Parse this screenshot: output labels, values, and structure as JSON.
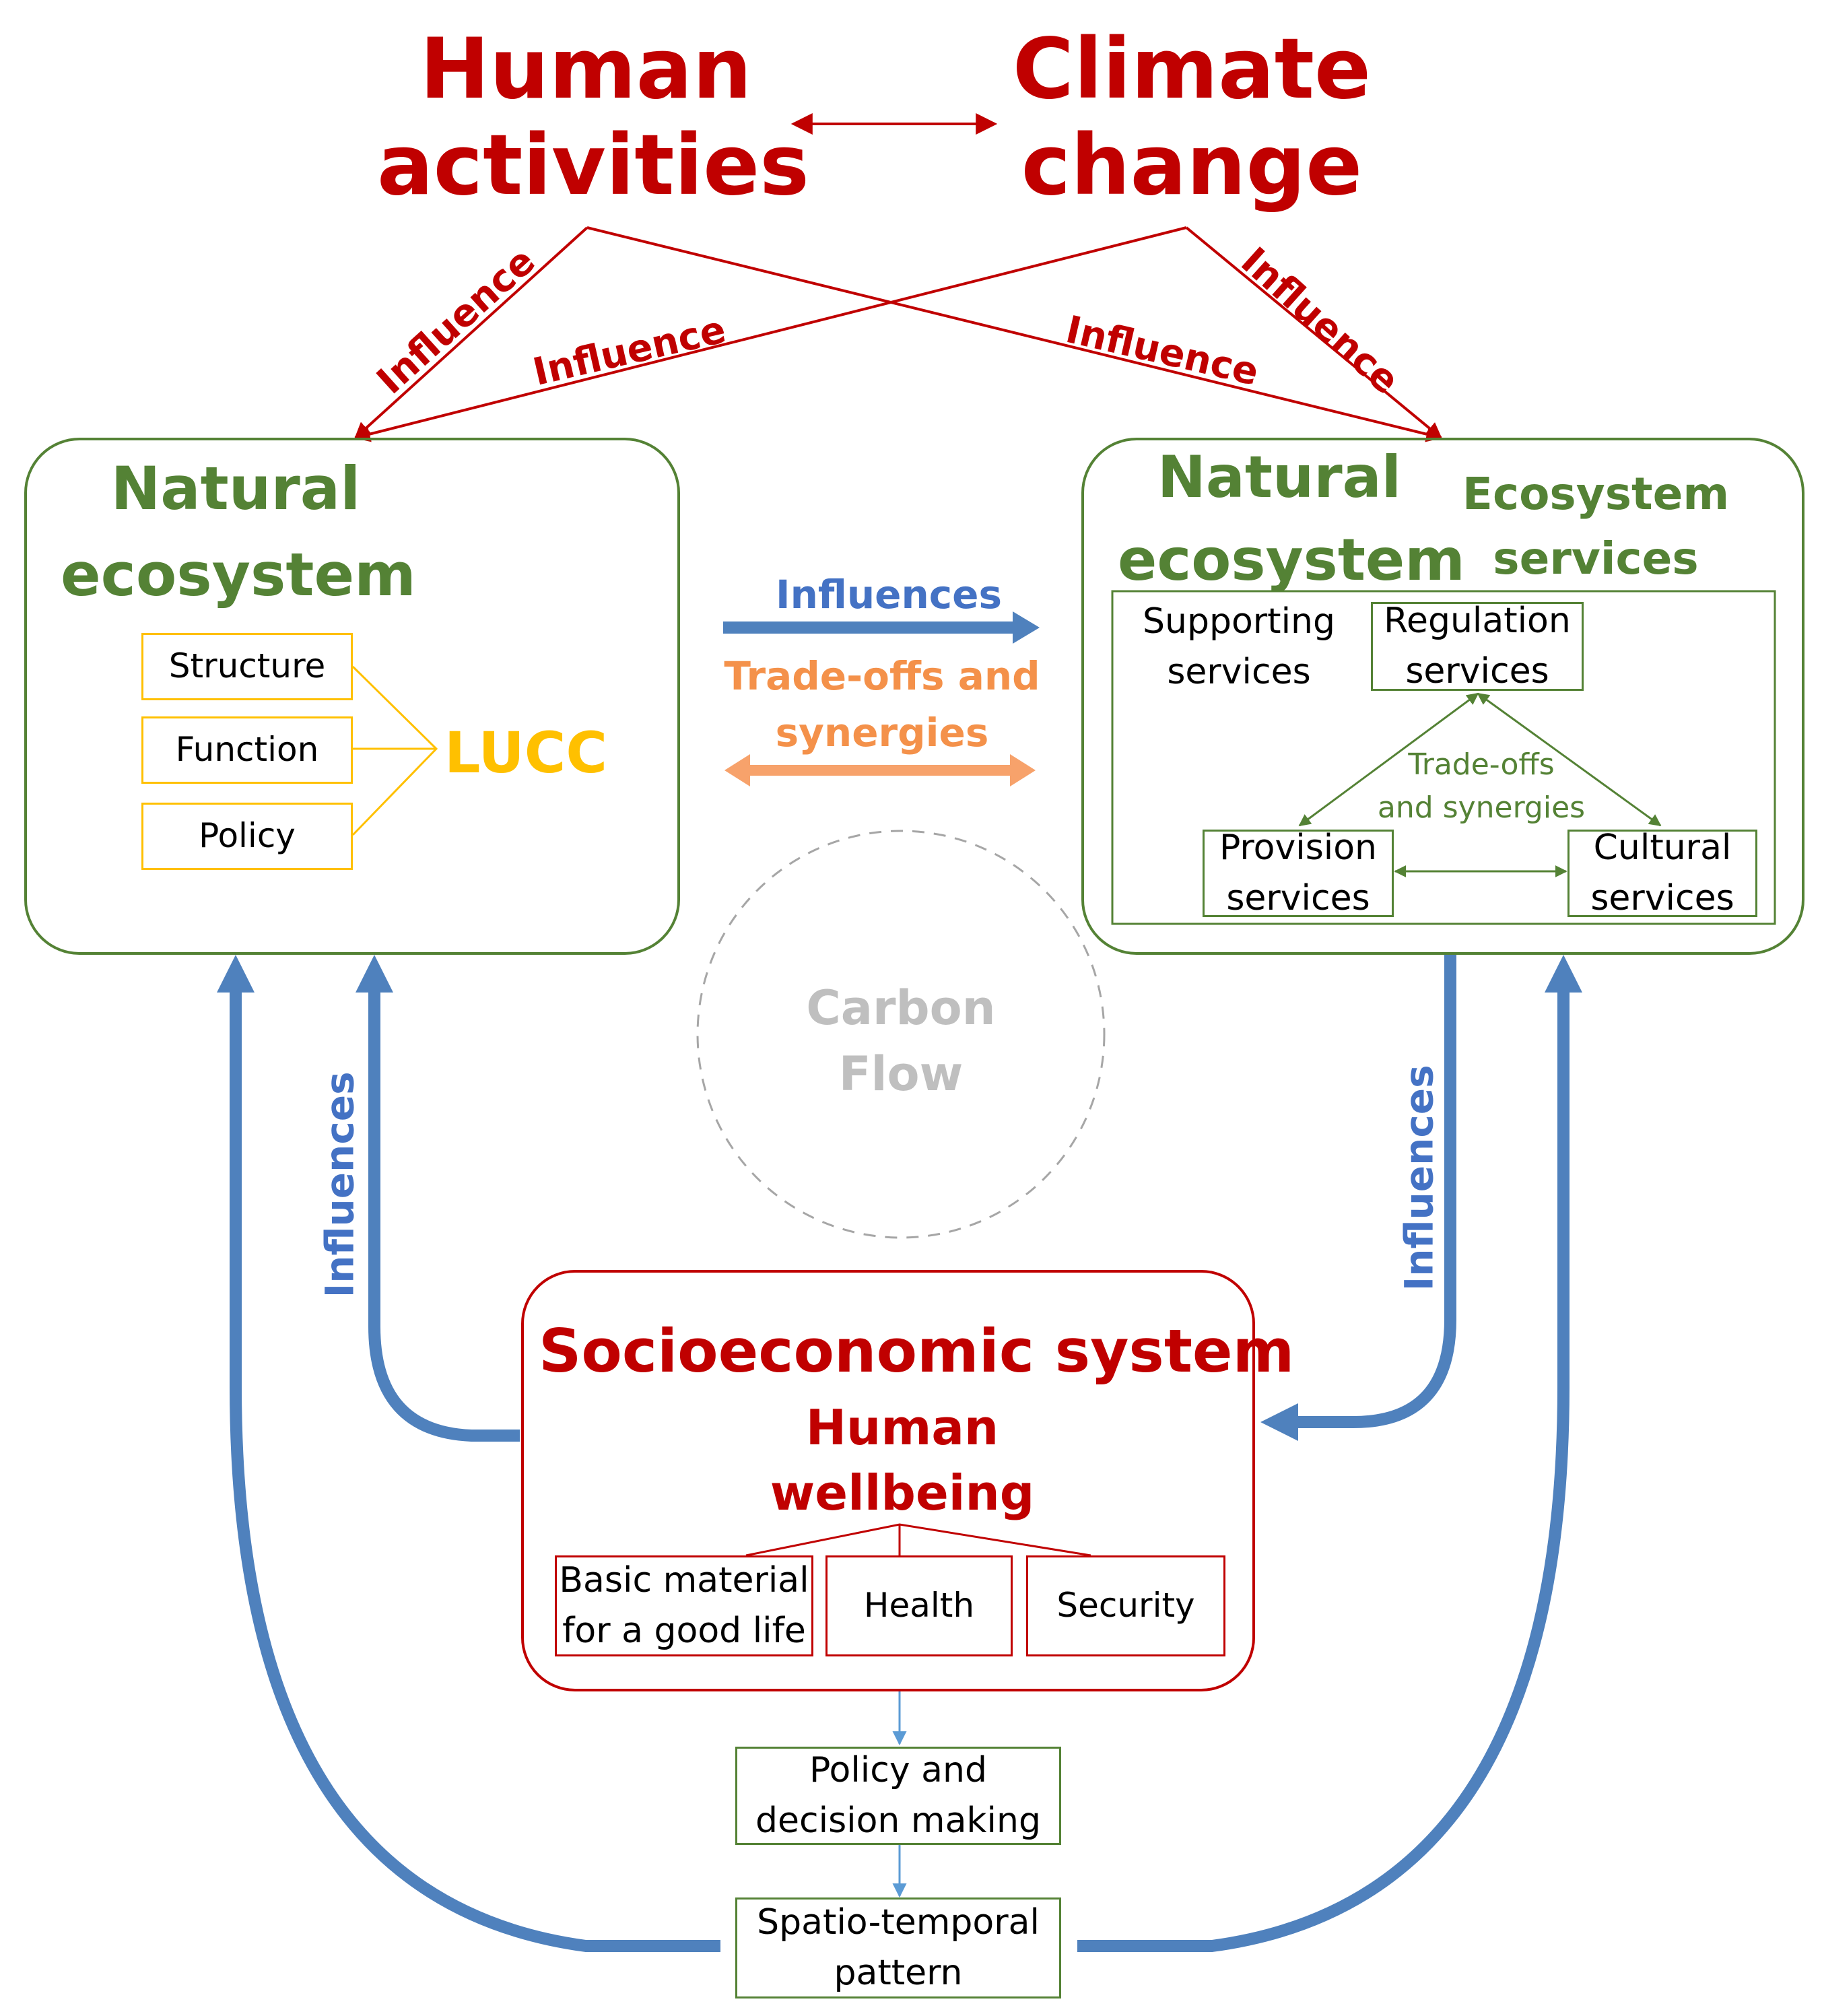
{
  "colors": {
    "red": "#c00000",
    "green": "#548235",
    "blue": "#4472c4",
    "orange": "#f4914a",
    "yellow": "#ffc000",
    "gray": "#bfbfbf",
    "arrow_blue": "#4f81bd",
    "arrow_orange": "#f7a26b"
  },
  "drivers": {
    "human_line1": "Human",
    "human_line2": "activities",
    "climate_line1": "Climate",
    "climate_line2": "change",
    "influence_label": "Influence"
  },
  "left_ecosystem": {
    "title_line1": "Natural",
    "title_line2": "ecosystem",
    "items": [
      "Structure",
      "Function",
      "Policy"
    ],
    "lucc": "LUCC"
  },
  "middle": {
    "influences": "Influences",
    "tradeoffs_line1": "Trade-offs and",
    "tradeoffs_line2": "synergies",
    "carbon_line1": "Carbon",
    "carbon_line2": "Flow"
  },
  "right_ecosystem": {
    "title_line1": "Natural",
    "title_line2": "ecosystem",
    "es_line1": "Ecosystem",
    "es_line2": "services",
    "supporting_line1": "Supporting",
    "supporting_line2": "services",
    "regulation_line1": "Regulation",
    "regulation_line2": "services",
    "provision_line1": "Provision",
    "provision_line2": "services",
    "cultural_line1": "Cultural",
    "cultural_line2": "services",
    "inner_tradeoffs_line1": "Trade-offs",
    "inner_tradeoffs_line2": "and synergies"
  },
  "side_labels": {
    "left_influences": "Influences",
    "right_influences": "Influences"
  },
  "socio": {
    "title": "Socioeconomic system",
    "wellbeing_line1": "Human",
    "wellbeing_line2": "wellbeing",
    "basic_line1": "Basic material",
    "basic_line2": "for a good life",
    "health": "Health",
    "security": "Security"
  },
  "bottom": {
    "policy_line1": "Policy and",
    "policy_line2": "decision making",
    "pattern_line1": "Spatio-temporal",
    "pattern_line2": "pattern"
  }
}
